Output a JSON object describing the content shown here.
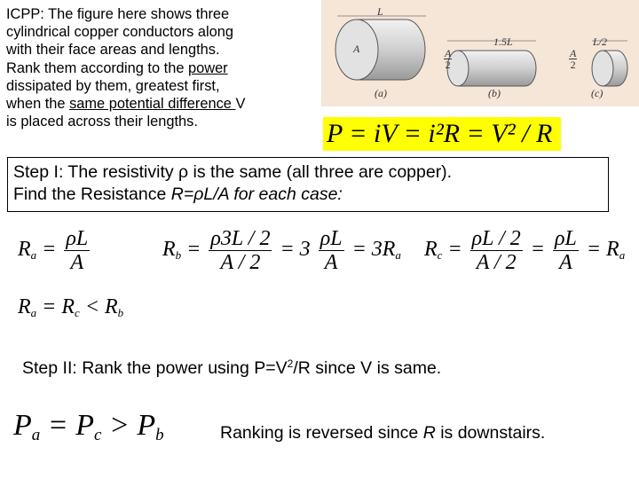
{
  "question": {
    "line1": "ICPP: The figure here shows three",
    "line2": "cylindrical copper conductors along",
    "line3": "with their face areas and lengths.",
    "line4_a": "Rank them according to the ",
    "line4_u": "power",
    "line5": "dissipated by them, greatest first,",
    "line6_a": "when the ",
    "line6_u": "same potential difference ",
    "line6_b": "V",
    "line7": "is placed across their lengths."
  },
  "figure": {
    "label_L": "L",
    "label_15L": "1.5L",
    "label_L2": "L/2",
    "label_A": "A",
    "frac_top": "A",
    "frac_bottom": "2",
    "cap_a": "(a)",
    "cap_b": "(b)",
    "cap_c": "(c)",
    "colors": {
      "copper_light": "#d9d9d9",
      "copper_dark": "#9a9a9a",
      "background": "#f6e6d8"
    }
  },
  "power_formula": "P = iV = i²R = V² / R",
  "step1": {
    "line1": "Step I: The resistivity ρ is the same (all three are copper).",
    "line2_a": "Find the Resistance ",
    "line2_b": "R=ρL/A for each case:"
  },
  "equations": {
    "ra_lhs": "R",
    "ra_sub": "a",
    "ra_num": "ρL",
    "ra_den": "A",
    "rb_lhs": "R",
    "rb_sub": "b",
    "rb_num1": "ρ3L / 2",
    "rb_den1": "A / 2",
    "rb_mid": "= 3",
    "rb_num2": "ρL",
    "rb_den2": "A",
    "rb_rhs": "= 3R",
    "rb_rhs_sub": "a",
    "rc_lhs": "R",
    "rc_sub": "c",
    "rc_num1": "ρL / 2",
    "rc_den1": "A / 2",
    "rc_num2": "ρL",
    "rc_den2": "A",
    "rc_rhs": "= R",
    "rc_rhs_sub": "a",
    "compare": {
      "r1": "R",
      "s1": "a",
      "op1": "= R",
      "s2": "c",
      "op2": "< R",
      "s3": "b"
    }
  },
  "step2": {
    "text_a": "Step II: Rank the power using P=V",
    "sup": "2",
    "text_b": "/R since V is same."
  },
  "power_rank": {
    "p1": "P",
    "s1": "a",
    "op1": "= P",
    "s2": "c",
    "op2": "> P",
    "s3": "b"
  },
  "ranking_note": {
    "a": "Ranking is reversed since ",
    "b": "R",
    "c": " is downstairs."
  }
}
